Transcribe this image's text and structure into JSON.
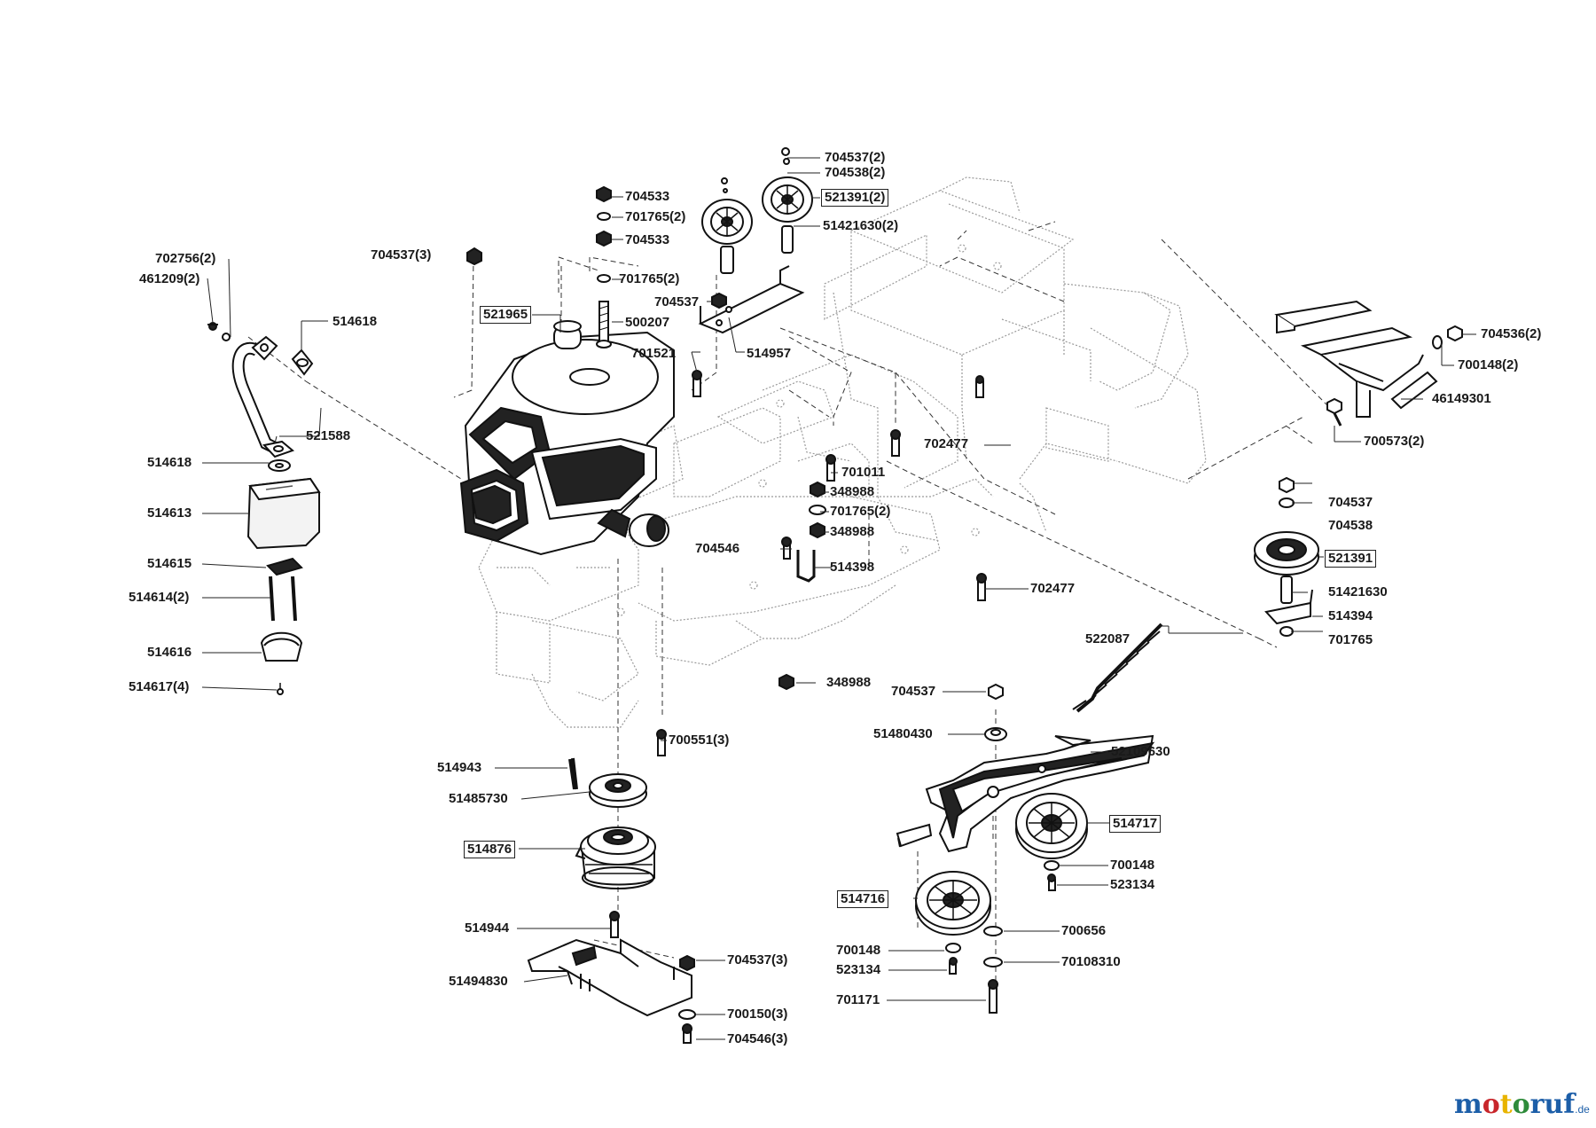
{
  "labels": {
    "l_704537_2": "704537(2)",
    "l_704538_2": "704538(2)",
    "l_521391_2": "521391(2)",
    "l_51421630_2": "51421630(2)",
    "l_704533_a": "704533",
    "l_701765_2a": "701765(2)",
    "l_704533_b": "704533",
    "l_701765_2b": "701765(2)",
    "l_704537_3": "704537(3)",
    "l_521965": "521965",
    "l_704537_c": "704537",
    "l_500207": "500207",
    "l_514957": "514957",
    "l_701521": "701521",
    "l_702756_2": "702756(2)",
    "l_461209_2": "461209(2)",
    "l_514618_a": "514618",
    "l_521588": "521588",
    "l_514618_b": "514618",
    "l_514613": "514613",
    "l_514615": "514615",
    "l_514614_2": "514614(2)",
    "l_514616": "514616",
    "l_514617_4": "514617(4)",
    "l_704536_2": "704536(2)",
    "l_700148_2": "700148(2)",
    "l_46149301": "46149301",
    "l_700573_2": "700573(2)",
    "l_702477_a": "702477",
    "l_701011": "701011",
    "l_348988_a": "348988",
    "l_701765_2c": "701765(2)",
    "l_348988_b": "348988",
    "l_704546": "704546",
    "l_514398": "514398",
    "l_702477_b": "702477",
    "l_704537_d": "704537",
    "l_704538": "704538",
    "l_521391": "521391",
    "l_51421630": "51421630",
    "l_514394": "514394",
    "l_701765": "701765",
    "l_522087": "522087",
    "l_348988_c": "348988",
    "l_704537_e": "704537",
    "l_51480430": "51480430",
    "l_52109630": "52109630",
    "l_700551_3": "700551(3)",
    "l_514943": "514943",
    "l_51485730": "51485730",
    "l_514876": "514876",
    "l_514717": "514717",
    "l_700148_a": "700148",
    "l_523134_a": "523134",
    "l_514716": "514716",
    "l_514944": "514944",
    "l_700656": "700656",
    "l_700148_b": "700148",
    "l_523134_b": "523134",
    "l_70108310": "70108310",
    "l_704537_3b": "704537(3)",
    "l_51494830": "51494830",
    "l_700150_3": "700150(3)",
    "l_701171": "701171",
    "l_704546_3": "704546(3)"
  },
  "watermark": {
    "brand_m": "m",
    "brand_o1": "o",
    "brand_t": "t",
    "brand_o2": "o",
    "brand_r": "r",
    "brand_u": "u",
    "brand_f": "f",
    "tld": ".de"
  },
  "colors": {
    "ink": "#1a1a1a",
    "leader": "#222222",
    "frame": "#9a9a9a",
    "watermark_blue": "#1c5ea8",
    "watermark_red": "#c8262b",
    "watermark_yellow": "#e8b400",
    "watermark_green": "#2e8b3a"
  }
}
